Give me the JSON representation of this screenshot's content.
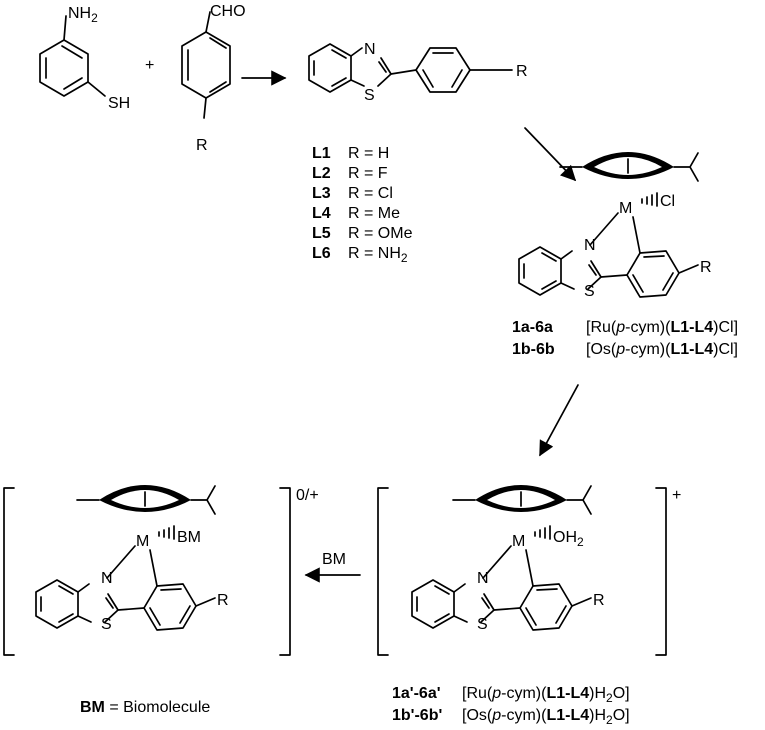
{
  "atoms": {
    "nh2_N": "NH",
    "nh2_sub": "2",
    "sh": "SH",
    "cho": "CHO",
    "r": "R",
    "n": "N",
    "s": "S",
    "m": "M",
    "cl": "Cl",
    "bm": "BM",
    "oh2_O": "OH",
    "oh2_sub": "2"
  },
  "plus": "+",
  "ligands": [
    {
      "code": "L1",
      "r": "R = H"
    },
    {
      "code": "L2",
      "r": "R = F"
    },
    {
      "code": "L3",
      "r": "R = Cl"
    },
    {
      "code": "L4",
      "r": "R = Me"
    },
    {
      "code": "L5",
      "r": "R = OMe"
    },
    {
      "code": "L6",
      "r": "R = NH",
      "sub": "2"
    }
  ],
  "complex_a": {
    "code": "1a-6a",
    "formula_pre": "[Ru(",
    "formula_p": "p",
    "formula_mid": "-cym)(",
    "formula_lig": "L1-L4",
    "formula_post": ")Cl]"
  },
  "complex_b": {
    "code": "1b-6b",
    "formula_pre": "[Os(",
    "formula_p": "p",
    "formula_mid": "-cym)(",
    "formula_lig": "L1-L4",
    "formula_post": ")Cl]"
  },
  "aqua_a": {
    "code": "1a'-6a'",
    "formula_pre": "[Ru(",
    "formula_p": "p",
    "formula_mid": "-cym)(",
    "formula_lig": "L1-L4",
    "formula_post": ")H",
    "formula_sub": "2",
    "formula_end": "O]"
  },
  "aqua_b": {
    "code": "1b'-6b'",
    "formula_pre": "[Os(",
    "formula_p": "p",
    "formula_mid": "-cym)(",
    "formula_lig": "L1-L4",
    "formula_post": ")H",
    "formula_sub": "2",
    "formula_end": "O]"
  },
  "charge_left": "0/+",
  "charge_right": "+",
  "arrow_label": "BM",
  "bm_def": {
    "code": "BM",
    "text": " = Biomolecule"
  }
}
